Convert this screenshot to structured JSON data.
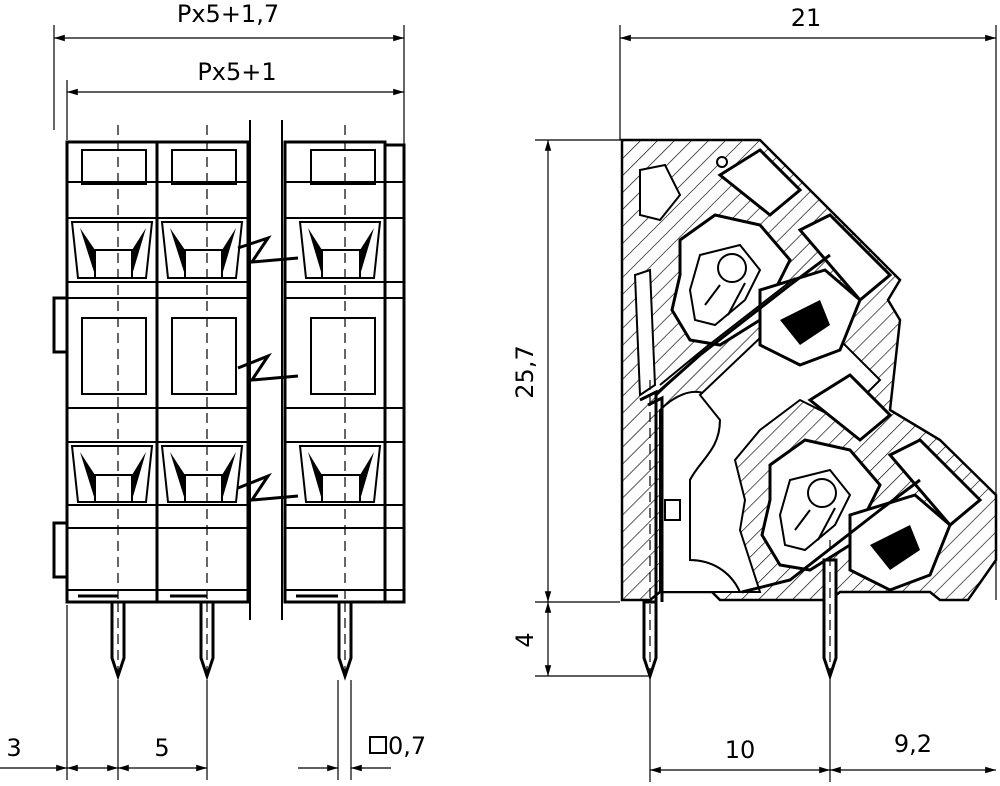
{
  "front_view": {
    "dim_overall": "Px5+1,7",
    "dim_inner": "Px5+1",
    "dim_left_offset": "3",
    "dim_pitch": "5",
    "dim_pin_section": "0,7"
  },
  "side_view": {
    "dim_width": "21",
    "dim_height": "25,7",
    "dim_pin_length": "4",
    "dim_pin_pitch": "10",
    "dim_right_offset": "9,2"
  }
}
